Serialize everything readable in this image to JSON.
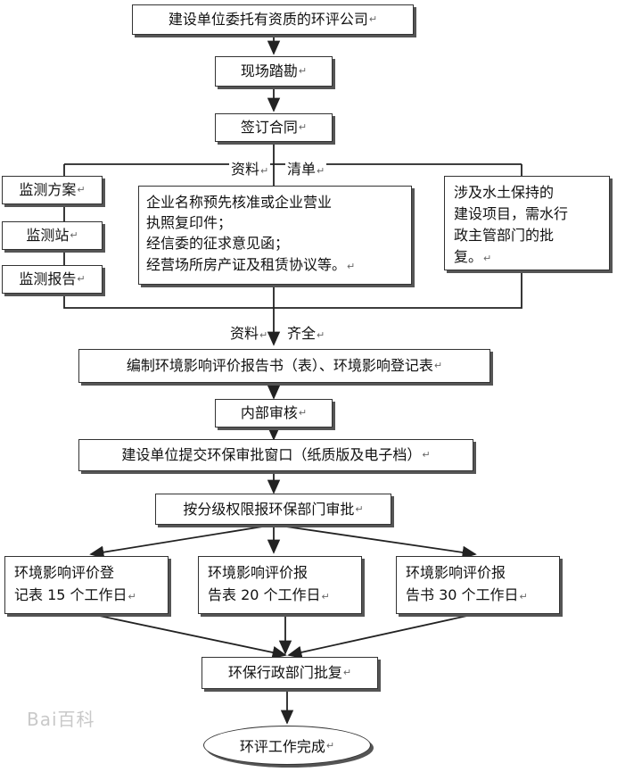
{
  "steps": {
    "s1": "建设单位委托有资质的环评公司",
    "s2": "现场踏勘",
    "s3": "签订合同",
    "s5": "编制环境影响评价报告书（表）、环境影响登记表",
    "s6": "内部审核",
    "s7": "建设单位提交环保审批窗口（纸质版及电子档）",
    "s8": "按分级权限报环保部门审批",
    "s9": "环保行政部门批复",
    "s10": "环评工作完成"
  },
  "labels": {
    "materials_1": "资料",
    "list": "清单",
    "materials_2": "资料",
    "complete": "齐全"
  },
  "left_items": [
    "监测方案",
    "监测站",
    "监测报告"
  ],
  "middle_box": {
    "line1": "企业名称预先核准或企业营业",
    "line2": "执照复印件；",
    "line3": "经信委的征求意见函；",
    "line4": "经营场所房产证及租赁协议等。"
  },
  "right_box": {
    "line1": "涉及水土保持的",
    "line2": "建设项目，需水行",
    "line3": "政主管部门的批",
    "line4": "复。"
  },
  "approvals": [
    {
      "line1": "环境影响评价登",
      "line2": "记表 15 个工作日"
    },
    {
      "line1": "环境影响评价报",
      "line2": "告表 20 个工作日"
    },
    {
      "line1": "环境影响评价报",
      "line2": "告书 30 个工作日"
    }
  ],
  "watermark": "Bai百科",
  "colors": {
    "line": "#333333",
    "shadow": "#555555"
  }
}
